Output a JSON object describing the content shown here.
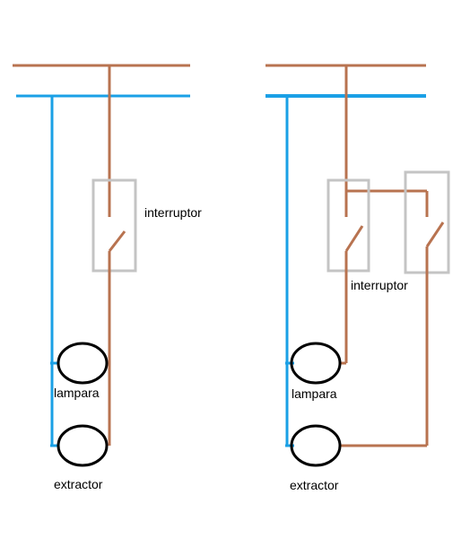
{
  "colors": {
    "phase": "#b87350",
    "neutral": "#1aa0e6",
    "switch_box": "#c4c4c4",
    "device": "#000000"
  },
  "left_circuit": {
    "switch_label": "interruptor",
    "lamp_label": "lampara",
    "fan_label": "extractor"
  },
  "right_circuit": {
    "switch_label": "interruptor",
    "lamp_label": "lampara",
    "fan_label": "extractor"
  }
}
